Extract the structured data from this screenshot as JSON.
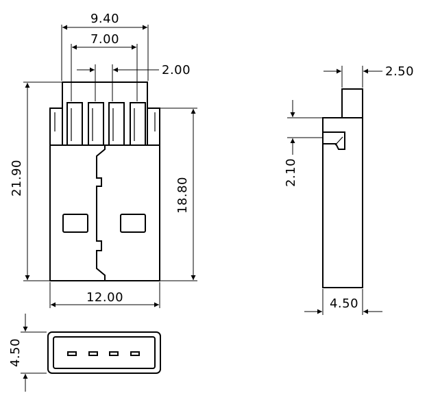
{
  "dimensions": {
    "top_width_outer": "9.40",
    "top_width_inner": "7.00",
    "pin_pitch": "2.00",
    "overall_height": "21.90",
    "body_height": "18.80",
    "body_width": "12.00",
    "end_view_height": "4.50",
    "side_pin_width": "2.50",
    "side_step_height": "2.10",
    "side_thickness": "4.50"
  }
}
